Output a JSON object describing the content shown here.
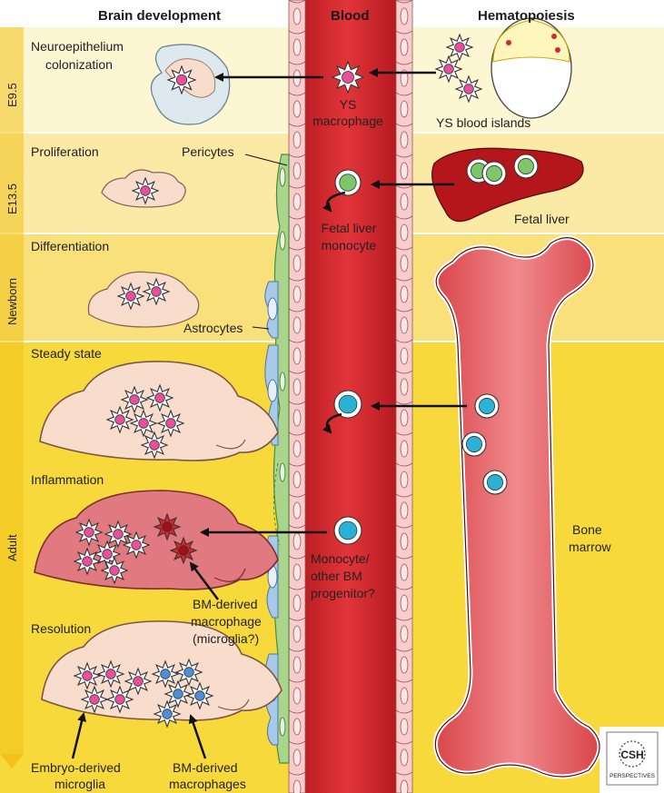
{
  "headers": {
    "brain": "Brain development",
    "blood": "Blood",
    "hematopoiesis": "Hematopoiesis"
  },
  "stages": {
    "e95": "E9.5",
    "e135": "E13.5",
    "newborn": "Newborn",
    "adult": "Adult"
  },
  "brain_labels": {
    "neuroepithelium_1": "Neuroepithelium",
    "neuroepithelium_2": "colonization",
    "proliferation": "Proliferation",
    "differentiation": "Differentiation",
    "steady_state": "Steady state",
    "inflammation": "Inflammation",
    "resolution": "Resolution"
  },
  "vessel_labels": {
    "pericytes": "Pericytes",
    "astrocytes": "Astrocytes"
  },
  "blood_labels": {
    "ys_macrophage_1": "YS",
    "ys_macrophage_2": "macrophage",
    "fetal_liver_monocyte_1": "Fetal liver",
    "fetal_liver_monocyte_2": "monocyte",
    "monocyte_1": "Monocyte/",
    "monocyte_2": "other BM",
    "monocyte_3": "progenitor?"
  },
  "hemato_labels": {
    "ys_blood_islands": "YS blood islands",
    "fetal_liver": "Fetal liver",
    "bone_marrow_1": "Bone",
    "bone_marrow_2": "marrow"
  },
  "bottom_labels": {
    "bm_derived_macrophage_1": "BM-derived",
    "bm_derived_macrophage_2": "macrophage",
    "bm_derived_macrophage_3": "(microglia?)",
    "embryo_microglia_1": "Embryo-derived",
    "embryo_microglia_2": "microglia",
    "bm_macrophages_1": "BM-derived",
    "bm_macrophages_2": "macrophages"
  },
  "logo": {
    "name": "CSH",
    "subtitle": "PERSPECTIVES"
  },
  "colors": {
    "band_e95": "#fcf6d2",
    "band_e135": "#fbe9a6",
    "band_newborn": "#f9e07a",
    "band_adult": "#f7d93c",
    "vessel": "#d9262c",
    "endothelium": "#f6cccd",
    "pericyte": "#a9d58c",
    "astrocyte": "#a8c9e8",
    "microglia": "#e8509c",
    "bm_cell": "#29b2d6",
    "fetal_liver_cell": "#7ec66a",
    "brain": "#f8dccc",
    "inflamed_brain": "#e07a80",
    "bone": "#e05a5e",
    "liver": "#b4161b"
  }
}
